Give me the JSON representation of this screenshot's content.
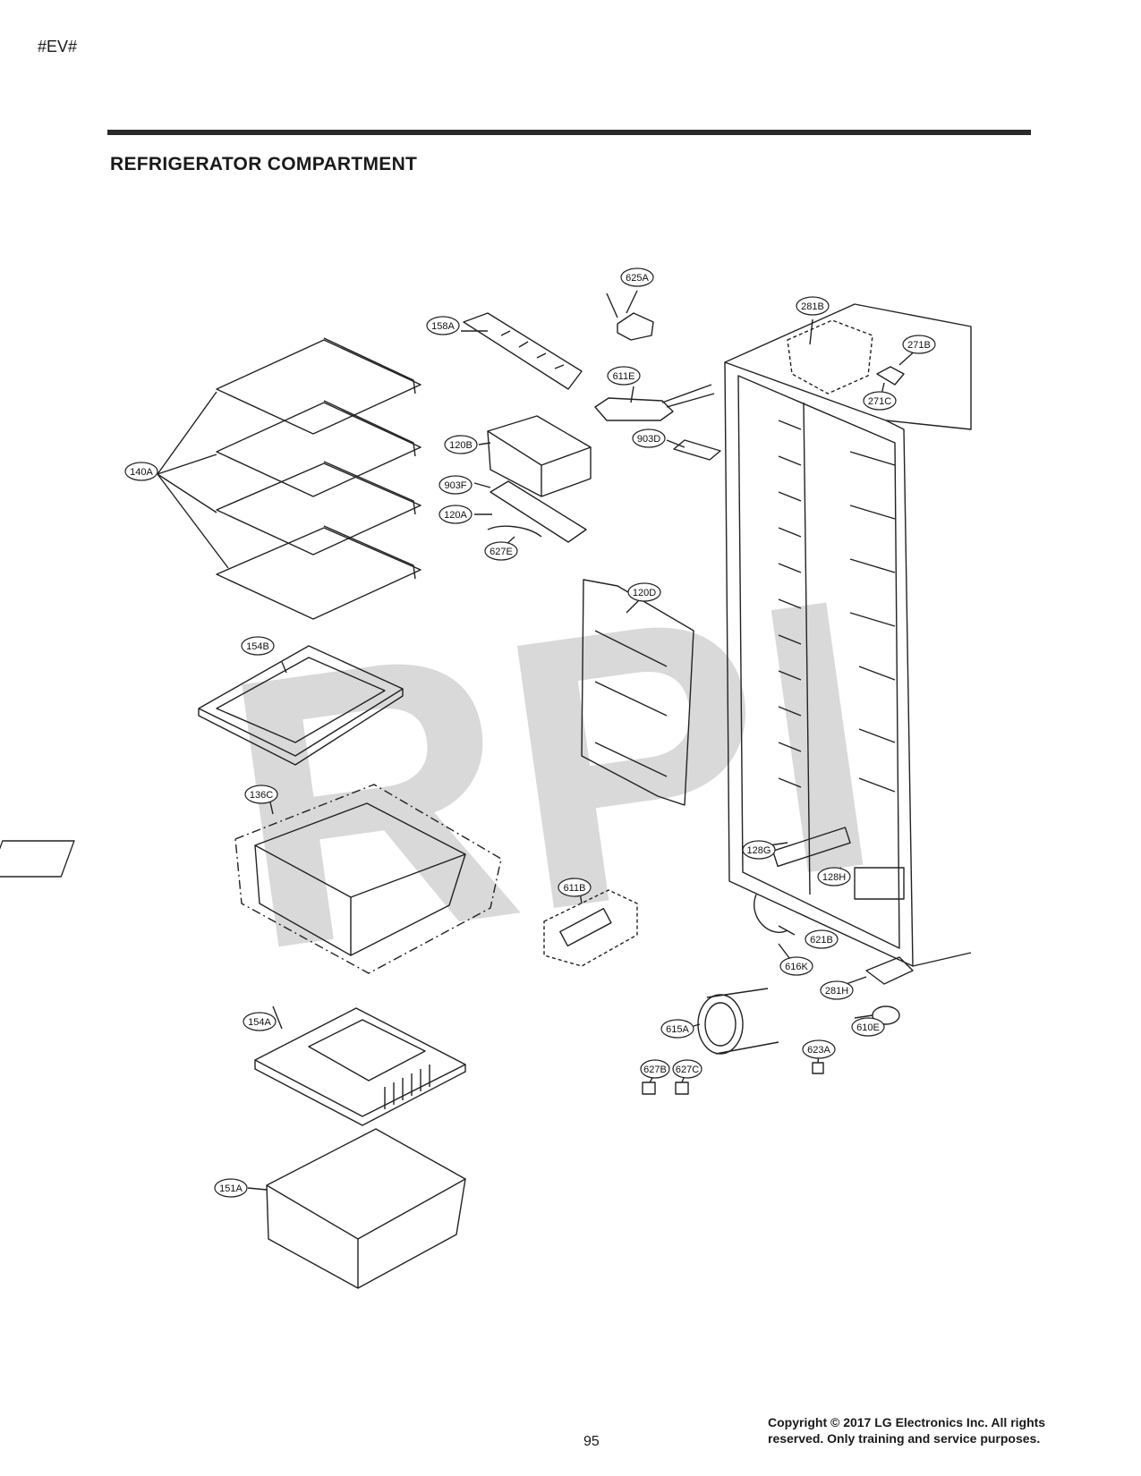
{
  "header": {
    "page_code": "#EV#",
    "section_title": "REFRIGERATOR COMPARTMENT"
  },
  "watermark": "RPI",
  "callouts": {
    "c625A": "625A",
    "c158A": "158A",
    "c281B": "281B",
    "c271B": "271B",
    "c271C": "271C",
    "c611E": "611E",
    "c903D": "903D",
    "c120B": "120B",
    "c140A": "140A",
    "c903F": "903F",
    "c120A": "120A",
    "c627E": "627E",
    "c120D": "120D",
    "c154B": "154B",
    "c136C": "136C",
    "c128G": "128G",
    "c128H": "128H",
    "c611B": "611B",
    "c621B": "621B",
    "c616K": "616K",
    "c281H": "281H",
    "c154A": "154A",
    "c615A": "615A",
    "c610E": "610E",
    "c623A": "623A",
    "c627B": "627B",
    "c627C": "627C",
    "c151A": "151A"
  },
  "footer": {
    "page_number": "95",
    "copyright_line1": "Copyright © 2017 LG Electronics Inc. All rights",
    "copyright_line2": "reserved. Only training and service purposes."
  }
}
